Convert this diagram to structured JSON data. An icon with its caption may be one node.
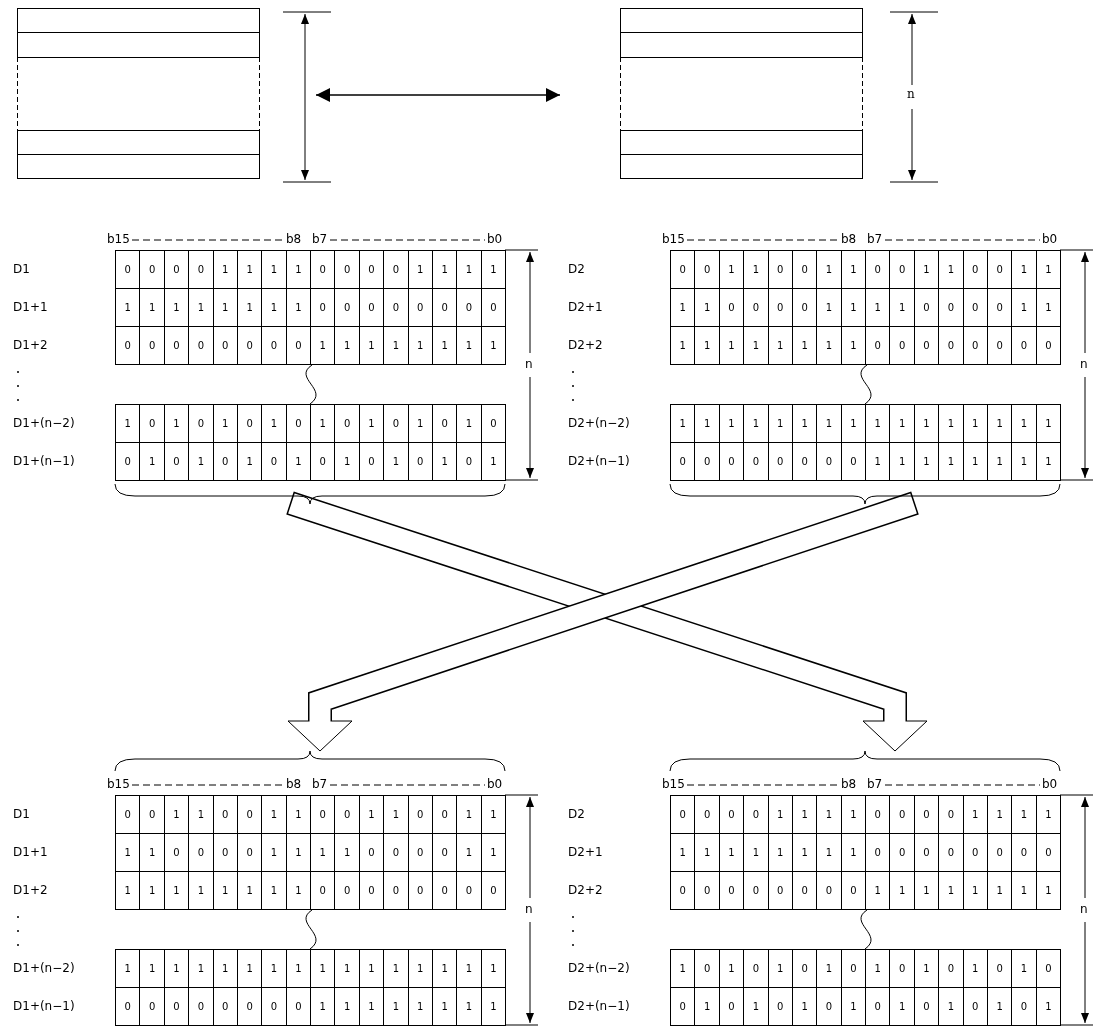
{
  "diagram": {
    "nodes": [
      {
        "text": [],
        "shape": "box"
      },
      {
        "text": [],
        "shape": "box",
        "beside": [
          "n"
        ]
      },
      {
        "text": [
          "b15",
          "b8",
          "b7",
          "b0",
          "D1",
          "0",
          "0",
          "0",
          "0",
          "1",
          "1",
          "1",
          "1",
          "0",
          "0",
          "0",
          "0",
          "1",
          "1",
          "1",
          "1",
          "D1+1",
          "1",
          "1",
          "1",
          "1",
          "1",
          "1",
          "1",
          "1",
          "0",
          "0",
          "0",
          "0",
          "0",
          "0",
          "0",
          "0",
          "D1+2",
          "0",
          "0",
          "0",
          "0",
          "0",
          "0",
          "0",
          "0",
          "1",
          "1",
          "1",
          "1",
          "1",
          "1",
          "1",
          "1",
          "D1+(n−2)",
          "1",
          "0",
          "1",
          "0",
          "1",
          "0",
          "1",
          "0",
          "1",
          "0",
          "1",
          "0",
          "1",
          "0",
          "1",
          "0",
          "D1+(n−1)",
          "0",
          "1",
          "0",
          "1",
          "0",
          "1",
          "0",
          "1",
          "0",
          "1",
          "0",
          "1",
          "0",
          "1",
          "0",
          "1"
        ],
        "beside": [
          "n"
        ]
      },
      {
        "text": [
          "b15",
          "b8",
          "b7",
          "b0",
          "D2",
          "0",
          "0",
          "1",
          "1",
          "0",
          "0",
          "1",
          "1",
          "0",
          "0",
          "1",
          "1",
          "0",
          "0",
          "1",
          "1",
          "D2+1",
          "1",
          "1",
          "0",
          "0",
          "0",
          "0",
          "1",
          "1",
          "1",
          "1",
          "0",
          "0",
          "0",
          "0",
          "1",
          "1",
          "D2+2",
          "1",
          "1",
          "1",
          "1",
          "1",
          "1",
          "1",
          "1",
          "0",
          "0",
          "0",
          "0",
          "0",
          "0",
          "0",
          "0",
          "D2+(n−2)",
          "1",
          "1",
          "1",
          "1",
          "1",
          "1",
          "1",
          "1",
          "1",
          "1",
          "1",
          "1",
          "1",
          "1",
          "1",
          "1",
          "D2+(n−1)",
          "0",
          "0",
          "0",
          "0",
          "0",
          "0",
          "0",
          "0",
          "1",
          "1",
          "1",
          "1",
          "1",
          "1",
          "1",
          "1"
        ],
        "beside": [
          "n"
        ]
      },
      {
        "text": [
          "b15",
          "b8",
          "b7",
          "b0",
          "D1",
          "0",
          "0",
          "1",
          "1",
          "0",
          "0",
          "1",
          "1",
          "0",
          "0",
          "1",
          "1",
          "0",
          "0",
          "1",
          "1",
          "D1+1",
          "1",
          "1",
          "0",
          "0",
          "0",
          "0",
          "1",
          "1",
          "1",
          "1",
          "0",
          "0",
          "0",
          "0",
          "1",
          "1",
          "D1+2",
          "1",
          "1",
          "1",
          "1",
          "1",
          "1",
          "1",
          "1",
          "0",
          "0",
          "0",
          "0",
          "0",
          "0",
          "0",
          "0",
          "D1+(n−2)",
          "1",
          "1",
          "1",
          "1",
          "1",
          "1",
          "1",
          "1",
          "1",
          "1",
          "1",
          "1",
          "1",
          "1",
          "1",
          "1",
          "D1+(n−1)",
          "0",
          "0",
          "0",
          "0",
          "0",
          "0",
          "0",
          "0",
          "1",
          "1",
          "1",
          "1",
          "1",
          "1",
          "1",
          "1"
        ],
        "beside": [
          "n"
        ]
      },
      {
        "text": [
          "b15",
          "b8",
          "b7",
          "b0",
          "D2",
          "0",
          "0",
          "0",
          "0",
          "1",
          "1",
          "1",
          "1",
          "0",
          "0",
          "0",
          "0",
          "1",
          "1",
          "1",
          "1",
          "D2+1",
          "1",
          "1",
          "1",
          "1",
          "1",
          "1",
          "1",
          "1",
          "0",
          "0",
          "0",
          "0",
          "0",
          "0",
          "0",
          "0",
          "D2+2",
          "0",
          "0",
          "0",
          "0",
          "0",
          "0",
          "0",
          "0",
          "1",
          "1",
          "1",
          "1",
          "1",
          "1",
          "1",
          "1",
          "D2+(n−2)",
          "1",
          "0",
          "1",
          "0",
          "1",
          "0",
          "1",
          "0",
          "1",
          "0",
          "1",
          "0",
          "1",
          "0",
          "1",
          "0",
          "D2+(n−1)",
          "0",
          "1",
          "0",
          "1",
          "0",
          "1",
          "0",
          "1",
          "0",
          "1",
          "0",
          "1",
          "0",
          "1",
          "0",
          "1"
        ],
        "beside": [
          "n"
        ]
      }
    ],
    "edges": [
      {
        "from": 0,
        "to": 1,
        "arrow": "both"
      },
      {
        "from": 2,
        "to": 5,
        "arrow": "to"
      },
      {
        "from": 3,
        "to": 4,
        "arrow": "to"
      }
    ]
  }
}
